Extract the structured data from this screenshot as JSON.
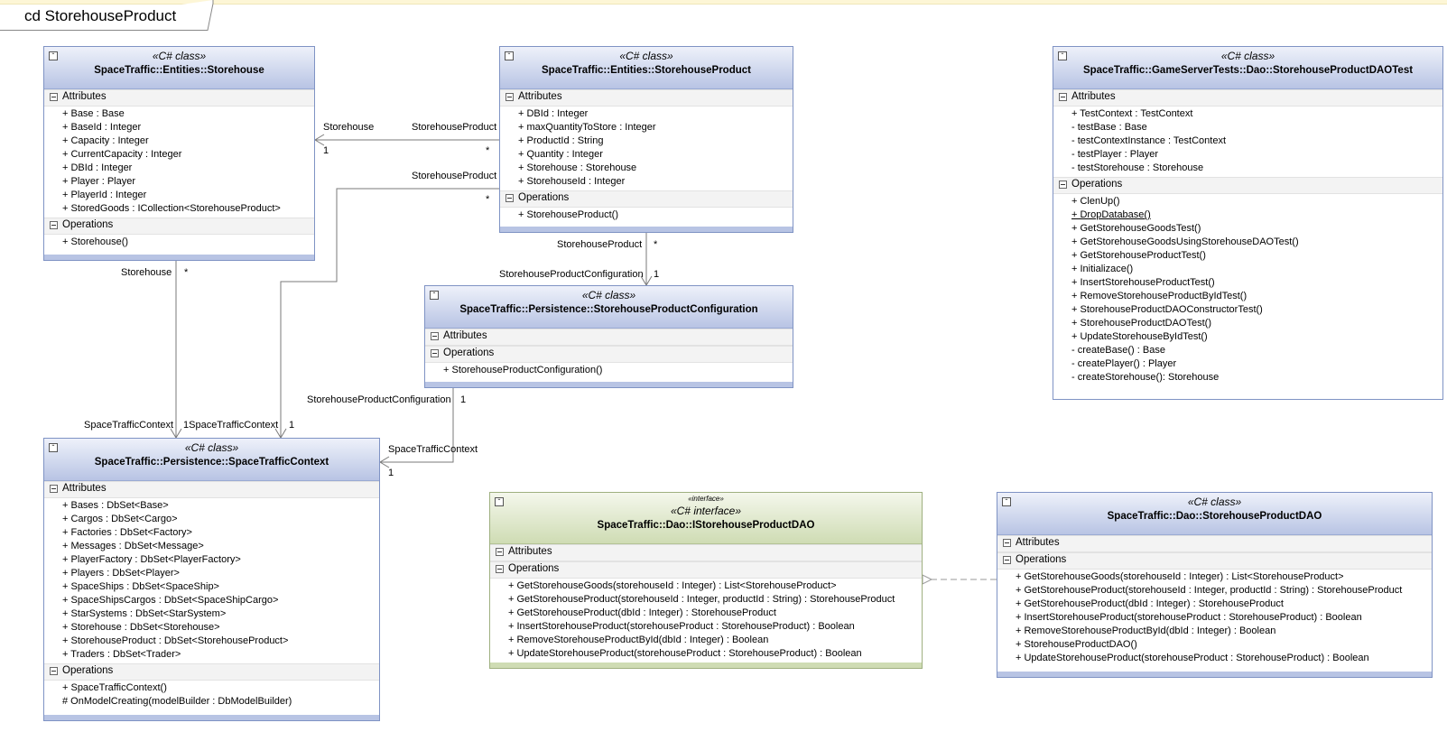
{
  "diagram": {
    "title": "cd StorehouseProduct"
  },
  "classes": {
    "storehouse": {
      "stereotype": "«C# class»",
      "name": "SpaceTraffic::Entities::Storehouse",
      "attributes_label": "Attributes",
      "attributes": [
        "+ Base : Base",
        "+ BaseId : Integer",
        "+ Capacity : Integer",
        "+ CurrentCapacity : Integer",
        "+ DBId : Integer",
        "+ Player : Player",
        "+ PlayerId : Integer",
        "+ StoredGoods : ICollection<StorehouseProduct>"
      ],
      "operations_label": "Operations",
      "operations": [
        "+ Storehouse()"
      ]
    },
    "storehouse_product": {
      "stereotype": "«C# class»",
      "name": "SpaceTraffic::Entities::StorehouseProduct",
      "attributes_label": "Attributes",
      "attributes": [
        "+ DBId : Integer",
        "+ maxQuantityToStore : Integer",
        "+ ProductId : String",
        "+ Quantity : Integer",
        "+ Storehouse : Storehouse",
        "+ StorehouseId : Integer"
      ],
      "operations_label": "Operations",
      "operations": [
        "+ StorehouseProduct()"
      ]
    },
    "dao_test": {
      "stereotype": "«C# class»",
      "name": "SpaceTraffic::GameServerTests::Dao::StorehouseProductDAOTest",
      "attributes_label": "Attributes",
      "attributes": [
        "+ TestContext : TestContext",
        "- testBase : Base",
        "- testContextInstance : TestContext",
        "- testPlayer : Player",
        "- testStorehouse : Storehouse"
      ],
      "operations_label": "Operations",
      "operations": [
        "+ ClenUp()",
        "+ DropDatabase()",
        "+ GetStorehouseGoodsTest()",
        "+ GetStorehouseGoodsUsingStorehouseDAOTest()",
        "+ GetStorehouseProductTest()",
        "+ Initializace()",
        "+ InsertStorehouseProductTest()",
        "+ RemoveStorehouseProductByIdTest()",
        "+ StorehouseProductDAOConstructorTest()",
        "+ StorehouseProductDAOTest()",
        "+ UpdateStorehouseByIdTest()",
        "- createBase() : Base",
        "- createPlayer() : Player",
        "- createStorehouse(): Storehouse"
      ]
    },
    "configuration": {
      "stereotype": "«C# class»",
      "name": "SpaceTraffic::Persistence::StorehouseProductConfiguration",
      "attributes_label": "Attributes",
      "attributes": [],
      "operations_label": "Operations",
      "operations": [
        "+ StorehouseProductConfiguration()"
      ]
    },
    "context": {
      "stereotype": "«C# class»",
      "name": "SpaceTraffic::Persistence::SpaceTrafficContext",
      "attributes_label": "Attributes",
      "attributes": [
        "+ Bases : DbSet<Base>",
        "+ Cargos : DbSet<Cargo>",
        "+ Factories : DbSet<Factory>",
        "+ Messages : DbSet<Message>",
        "+ PlayerFactory : DbSet<PlayerFactory>",
        "+ Players : DbSet<Player>",
        "+ SpaceShips : DbSet<SpaceShip>",
        "+ SpaceShipsCargos : DbSet<SpaceShipCargo>",
        "+ StarSystems : DbSet<StarSystem>",
        "+ Storehouse : DbSet<Storehouse>",
        "+ StorehouseProduct : DbSet<StorehouseProduct>",
        "+ Traders : DbSet<Trader>"
      ],
      "operations_label": "Operations",
      "operations": [
        "+ SpaceTrafficContext()",
        "# OnModelCreating(modelBuilder : DbModelBuilder)"
      ]
    },
    "idao": {
      "small_stereotype": "«interface»",
      "stereotype": "«C# interface»",
      "name": "SpaceTraffic::Dao::IStorehouseProductDAO",
      "attributes_label": "Attributes",
      "attributes": [],
      "operations_label": "Operations",
      "operations": [
        "+ GetStorehouseGoods(storehouseId : Integer) : List<StorehouseProduct>",
        "+ GetStorehouseProduct(storehouseId : Integer, productId : String) : StorehouseProduct",
        "+ GetStorehouseProduct(dbId : Integer) : StorehouseProduct",
        "+ InsertStorehouseProduct(storehouseProduct : StorehouseProduct) : Boolean",
        "+ RemoveStorehouseProductById(dbId : Integer) : Boolean",
        "+ UpdateStorehouseProduct(storehouseProduct : StorehouseProduct) : Boolean"
      ]
    },
    "dao": {
      "stereotype": "«C# class»",
      "name": "SpaceTraffic::Dao::StorehouseProductDAO",
      "attributes_label": "Attributes",
      "attributes": [],
      "operations_label": "Operations",
      "operations": [
        "+ GetStorehouseGoods(storehouseId : Integer) : List<StorehouseProduct>",
        "+ GetStorehouseProduct(storehouseId : Integer, productId : String) : StorehouseProduct",
        "+ GetStorehouseProduct(dbId : Integer) : StorehouseProduct",
        "+ InsertStorehouseProduct(storehouseProduct : StorehouseProduct) : Boolean",
        "+ RemoveStorehouseProductById(dbId : Integer) : Boolean",
        "+ StorehouseProductDAO()",
        "+ UpdateStorehouseProduct(storehouseProduct : StorehouseProduct) : Boolean"
      ]
    }
  },
  "association_labels": {
    "sp_storehouse_role": "Storehouse",
    "sp_storehouse_mult": "1",
    "sp_product_role": "StorehouseProduct",
    "sp_product_mult": "*",
    "ctx_product_role": "StorehouseProduct",
    "ctx_product_mult": "*",
    "sh_ctx_role": "Storehouse",
    "sh_ctx_mult": "*",
    "ctx_left_role": "SpaceTrafficContext",
    "ctx_mid_role": "1SpaceTrafficContext",
    "ctx_mid_mult": "1",
    "cfg_sp_role": "StorehouseProduct",
    "cfg_sp_mult": "*",
    "cfg_cfg_role": "StorehouseProductConfiguration",
    "cfg_cfg_mult": "1",
    "cfg_ctx_cfg_role": "StorehouseProductConfiguration",
    "cfg_ctx_cfg_mult": "1",
    "cfg_ctx_ctx_role": "SpaceTrafficContext",
    "cfg_ctx_ctx_mult": "1"
  }
}
